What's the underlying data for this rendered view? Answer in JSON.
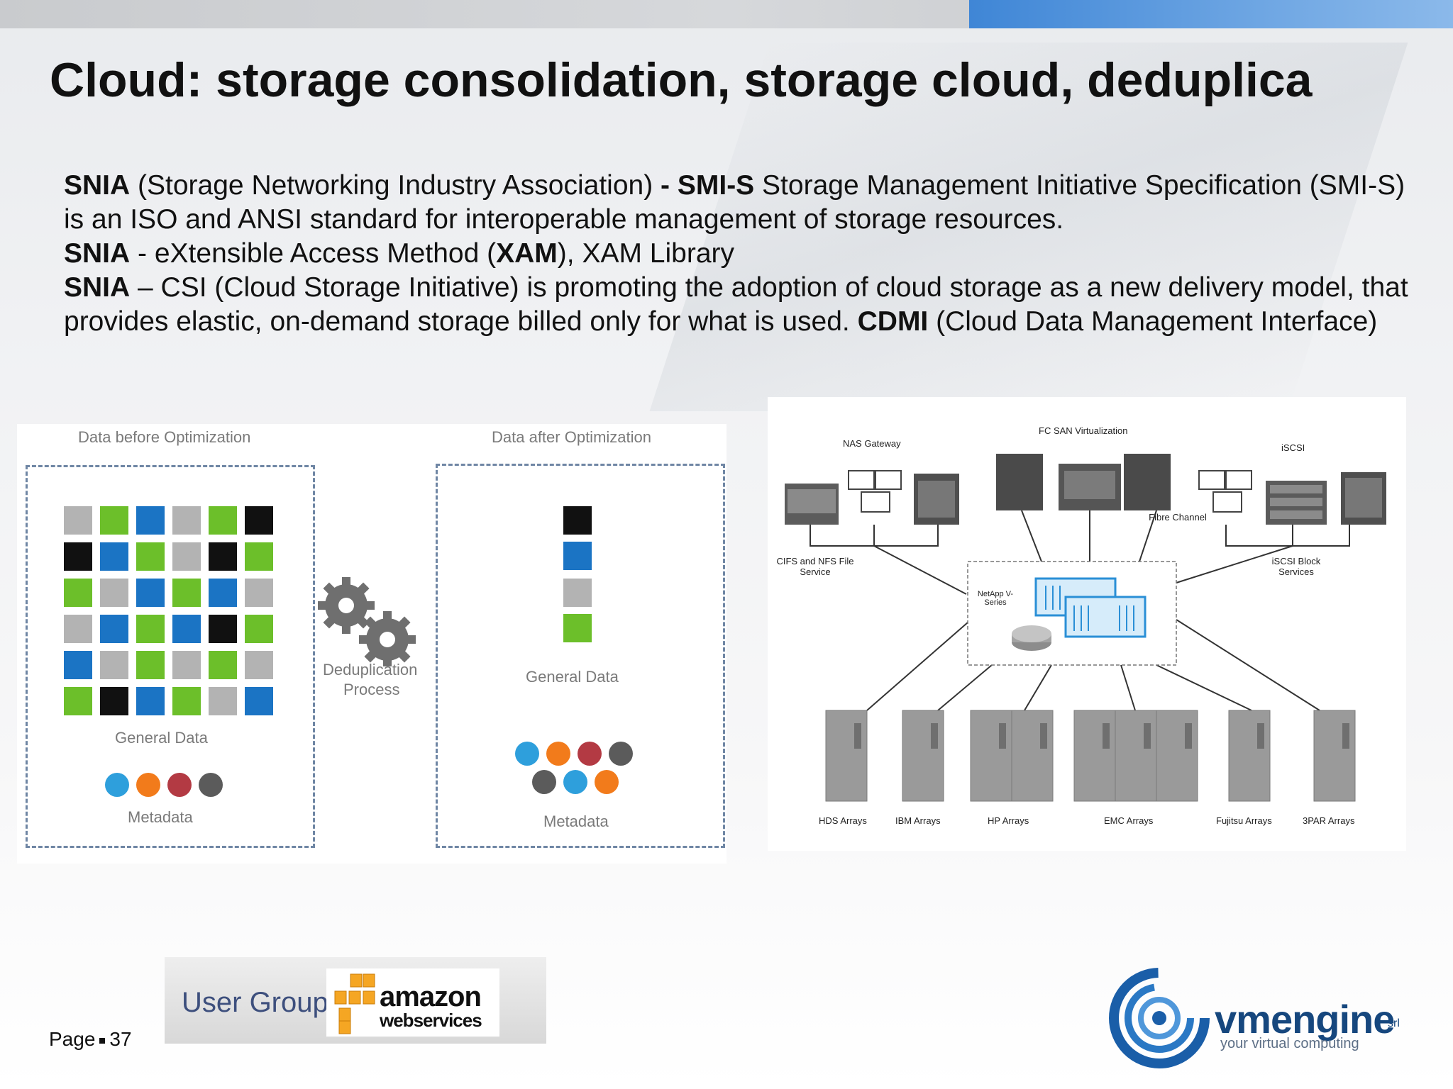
{
  "title": "Cloud: storage consolidation, storage cloud, deduplica",
  "body": {
    "p1": {
      "b1": "SNIA",
      "t1": " (Storage Networking Industry Association) ",
      "b2": "- SMI-S",
      "t2": " Storage Management Initiative Specification (SMI-S) is an ISO and ANSI standard for interoperable management of storage resources."
    },
    "p2": {
      "b1": "SNIA",
      "t1": " - eXtensible Access Method (",
      "b2": "XAM",
      "t2": "), XAM Library"
    },
    "p3": {
      "b1": "SNIA",
      "t1": " – CSI (Cloud Storage Initiative) is promoting the adoption of cloud storage as a new delivery model, that provides elastic, on-demand storage billed only for what is used. ",
      "b2": "CDMI",
      "t2": " (Cloud Data Management Interface)"
    }
  },
  "dedup_figure": {
    "before_label": "Data before Optimization",
    "after_label": "Data after Optimization",
    "process_label_1": "Deduplication",
    "process_label_2": "Process",
    "general_data": "General Data",
    "metadata": "Metadata",
    "colors": {
      "gray": "#b3b3b3",
      "green": "#6cbf2a",
      "blue": "#1b74c4",
      "black": "#111111",
      "lightblue": "#2e9fdc",
      "orange": "#f27b1b",
      "red": "#b33a43",
      "darkgray": "#5b5b5b"
    }
  },
  "network_figure": {
    "nas_gateway": "NAS Gateway",
    "fc_san": "FC SAN Virtualization",
    "iscsi": "iSCSI",
    "fibre_channel": "Fibre Channel",
    "cifs_nfs": "CIFS and NFS File Service",
    "iscsi_block": "iSCSI Block Services",
    "netapp": "NetApp V-Series",
    "arrays": [
      "HDS Arrays",
      "IBM Arrays",
      "HP Arrays",
      "EMC Arrays",
      "Fujitsu Arrays",
      "3PAR Arrays"
    ]
  },
  "footer": {
    "page_label": "Page",
    "page_number": "37",
    "user_groups": "User Groups",
    "amazon": "amazon",
    "web_services": "webservices",
    "vm_brand": "vmengine",
    "vm_srl": "srl",
    "vm_tagline": "your virtual computing"
  }
}
